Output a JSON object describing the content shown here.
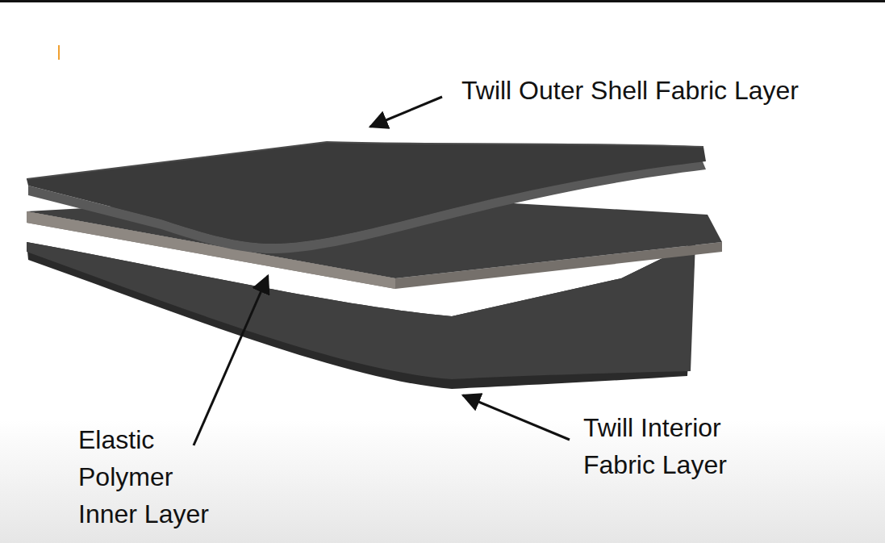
{
  "diagram": {
    "labels": [
      "Twill Outer Shell Fabric Layer",
      "Elastic Polymer Inner Layer",
      "Twill Interior Fabric Layer"
    ]
  }
}
